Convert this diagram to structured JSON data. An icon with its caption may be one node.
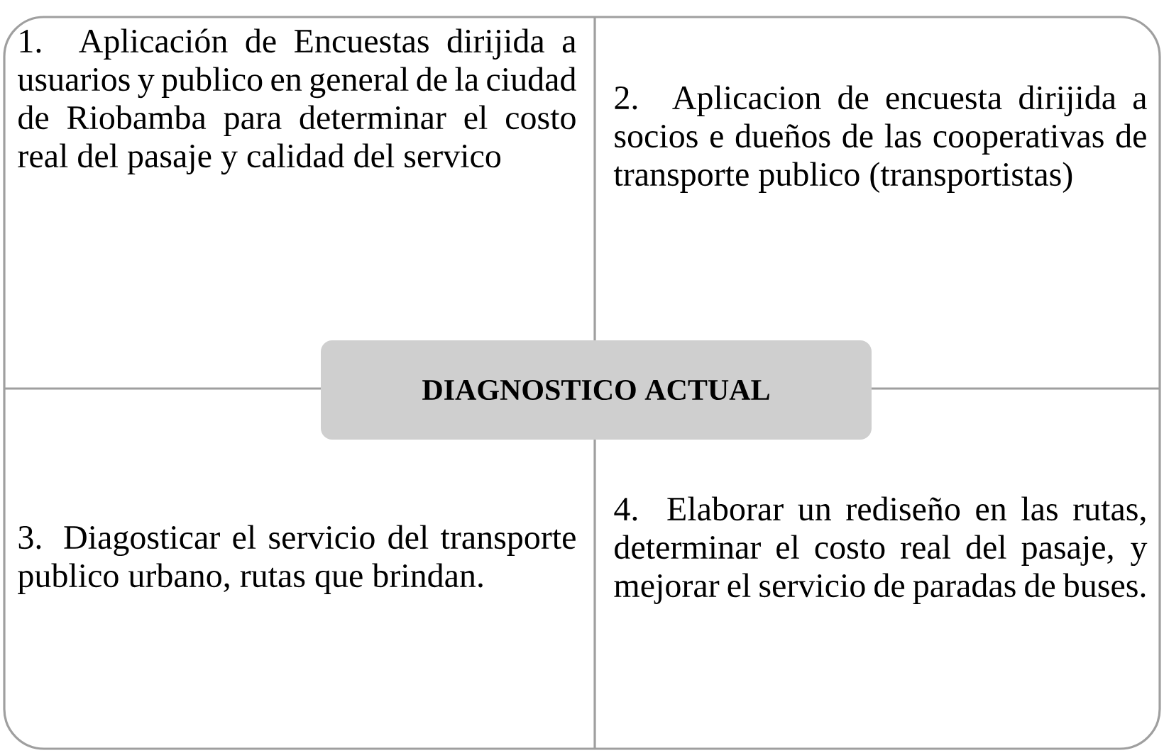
{
  "diagram": {
    "nodes": [
      {
        "text": [
          "1. Aplicación de Encuestas dirijida a usuarios y publico en general de la ciudad de Riobamba para determinar el costo real del pasaje y calidad del servico"
        ]
      },
      {
        "text": [
          "2. Aplicacion de encuesta dirijida a socios e dueños de las cooperativas de transporte publico (transportistas)"
        ]
      },
      {
        "text": [
          "DIAGNOSTICO ACTUAL"
        ]
      },
      {
        "text": [
          "3. Diagosticar el servicio del transporte publico urbano, rutas que brindan."
        ]
      },
      {
        "text": [
          "4. Elaborar un rediseño en las rutas, determinar el costo real del pasaje, y mejorar el servicio de paradas de buses."
        ]
      }
    ]
  }
}
